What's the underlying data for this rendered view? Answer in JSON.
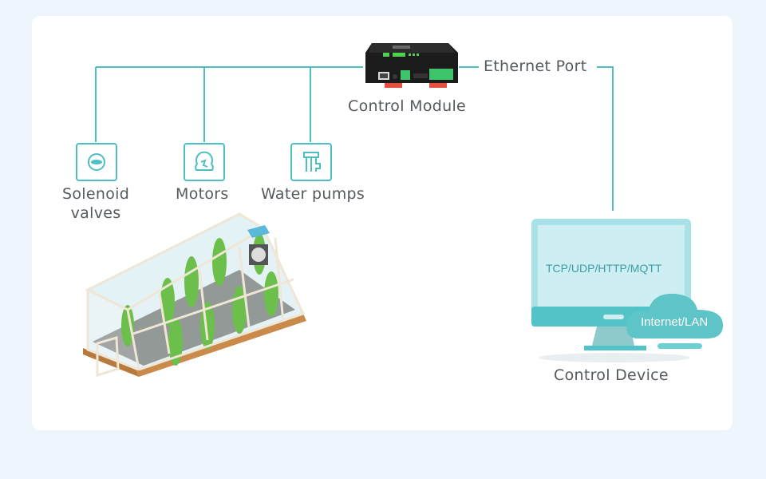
{
  "diagram": {
    "control_module": {
      "label": "Control Module"
    },
    "ethernet_port": {
      "label": "Ethernet Port"
    },
    "devices": [
      {
        "id": "solenoid-valves",
        "label_line1": "Solenoid",
        "label_line2": "valves",
        "icon": "valve-icon"
      },
      {
        "id": "motors",
        "label_line1": "Motors",
        "icon": "motor-icon"
      },
      {
        "id": "water-pumps",
        "label_line1": "Water pumps",
        "icon": "water-pump-icon"
      }
    ],
    "control_device": {
      "label": "Control Device",
      "screen_text": "TCP/UDP/HTTP/MQTT",
      "cloud_text": "Internet/LAN"
    },
    "colors": {
      "accent": "#4dbfc3",
      "text": "#555a5f",
      "background": "#eef5fc",
      "card": "#ffffff"
    }
  }
}
